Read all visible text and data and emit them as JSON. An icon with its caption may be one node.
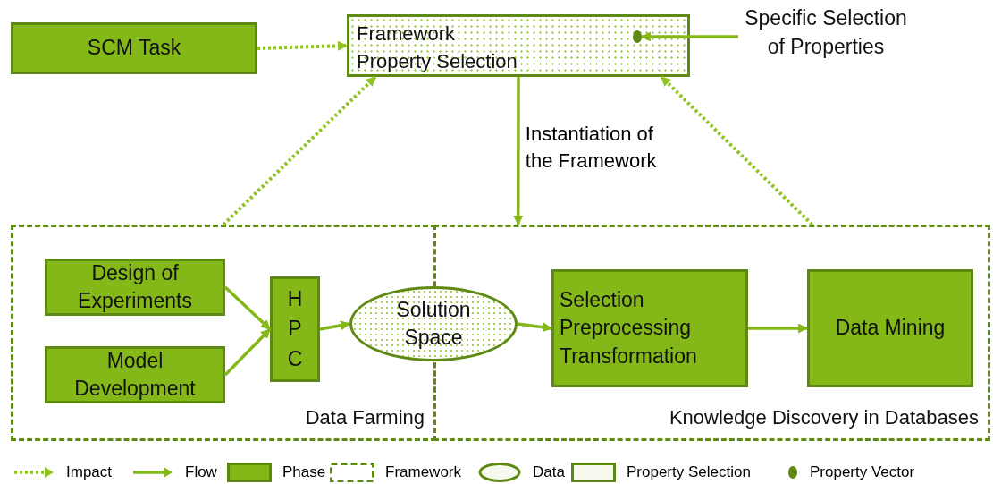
{
  "diagram": {
    "nodes": [
      {
        "text": [
          "SCM Task"
        ]
      },
      {
        "text": [
          "Framework Property Selection"
        ]
      },
      {
        "text": [],
        "shape": "circle",
        "in": 1
      },
      {
        "text": [
          "Specific Selection of Properties"
        ]
      },
      {
        "text": [
          "Data Farming"
        ]
      },
      {
        "text": [
          "Knowledge Discovery in Databases"
        ]
      },
      {
        "text": [
          "Design of Experiments"
        ],
        "in": 4
      },
      {
        "text": [
          "Model Development"
        ],
        "in": 4
      },
      {
        "text": [
          "H P C"
        ],
        "in": 4
      },
      {
        "text": [
          "Solution Space"
        ]
      },
      {
        "text": [
          "Selection Preprocessing Transformation"
        ],
        "in": 5
      },
      {
        "text": [
          "Data Mining"
        ],
        "in": 5
      }
    ],
    "edges": [
      {
        "from": 0,
        "to": 1,
        "arrow": "to",
        "style": "dashed"
      },
      {
        "from": 3,
        "to": 2,
        "arrow": "to"
      },
      {
        "from": 1,
        "to": 5,
        "arrow": "to",
        "label": "Instantiation of the Framework"
      },
      {
        "from": 4,
        "to": 1,
        "arrow": "to",
        "style": "dashed"
      },
      {
        "from": 5,
        "to": 1,
        "arrow": "to",
        "style": "dashed"
      },
      {
        "from": 6,
        "to": 8,
        "arrow": "to"
      },
      {
        "from": 7,
        "to": 8,
        "arrow": "to"
      },
      {
        "from": 8,
        "to": 9,
        "arrow": "to"
      },
      {
        "from": 9,
        "to": 10,
        "arrow": "to"
      },
      {
        "from": 10,
        "to": 11,
        "arrow": "to"
      }
    ],
    "legend": [
      {
        "text": "Impact"
      },
      {
        "text": "Flow"
      },
      {
        "text": "Phase",
        "color": "#84b818"
      },
      {
        "text": "Framework"
      },
      {
        "text": "Data"
      },
      {
        "text": "Property Selection"
      },
      {
        "text": "Property Vector"
      }
    ]
  }
}
